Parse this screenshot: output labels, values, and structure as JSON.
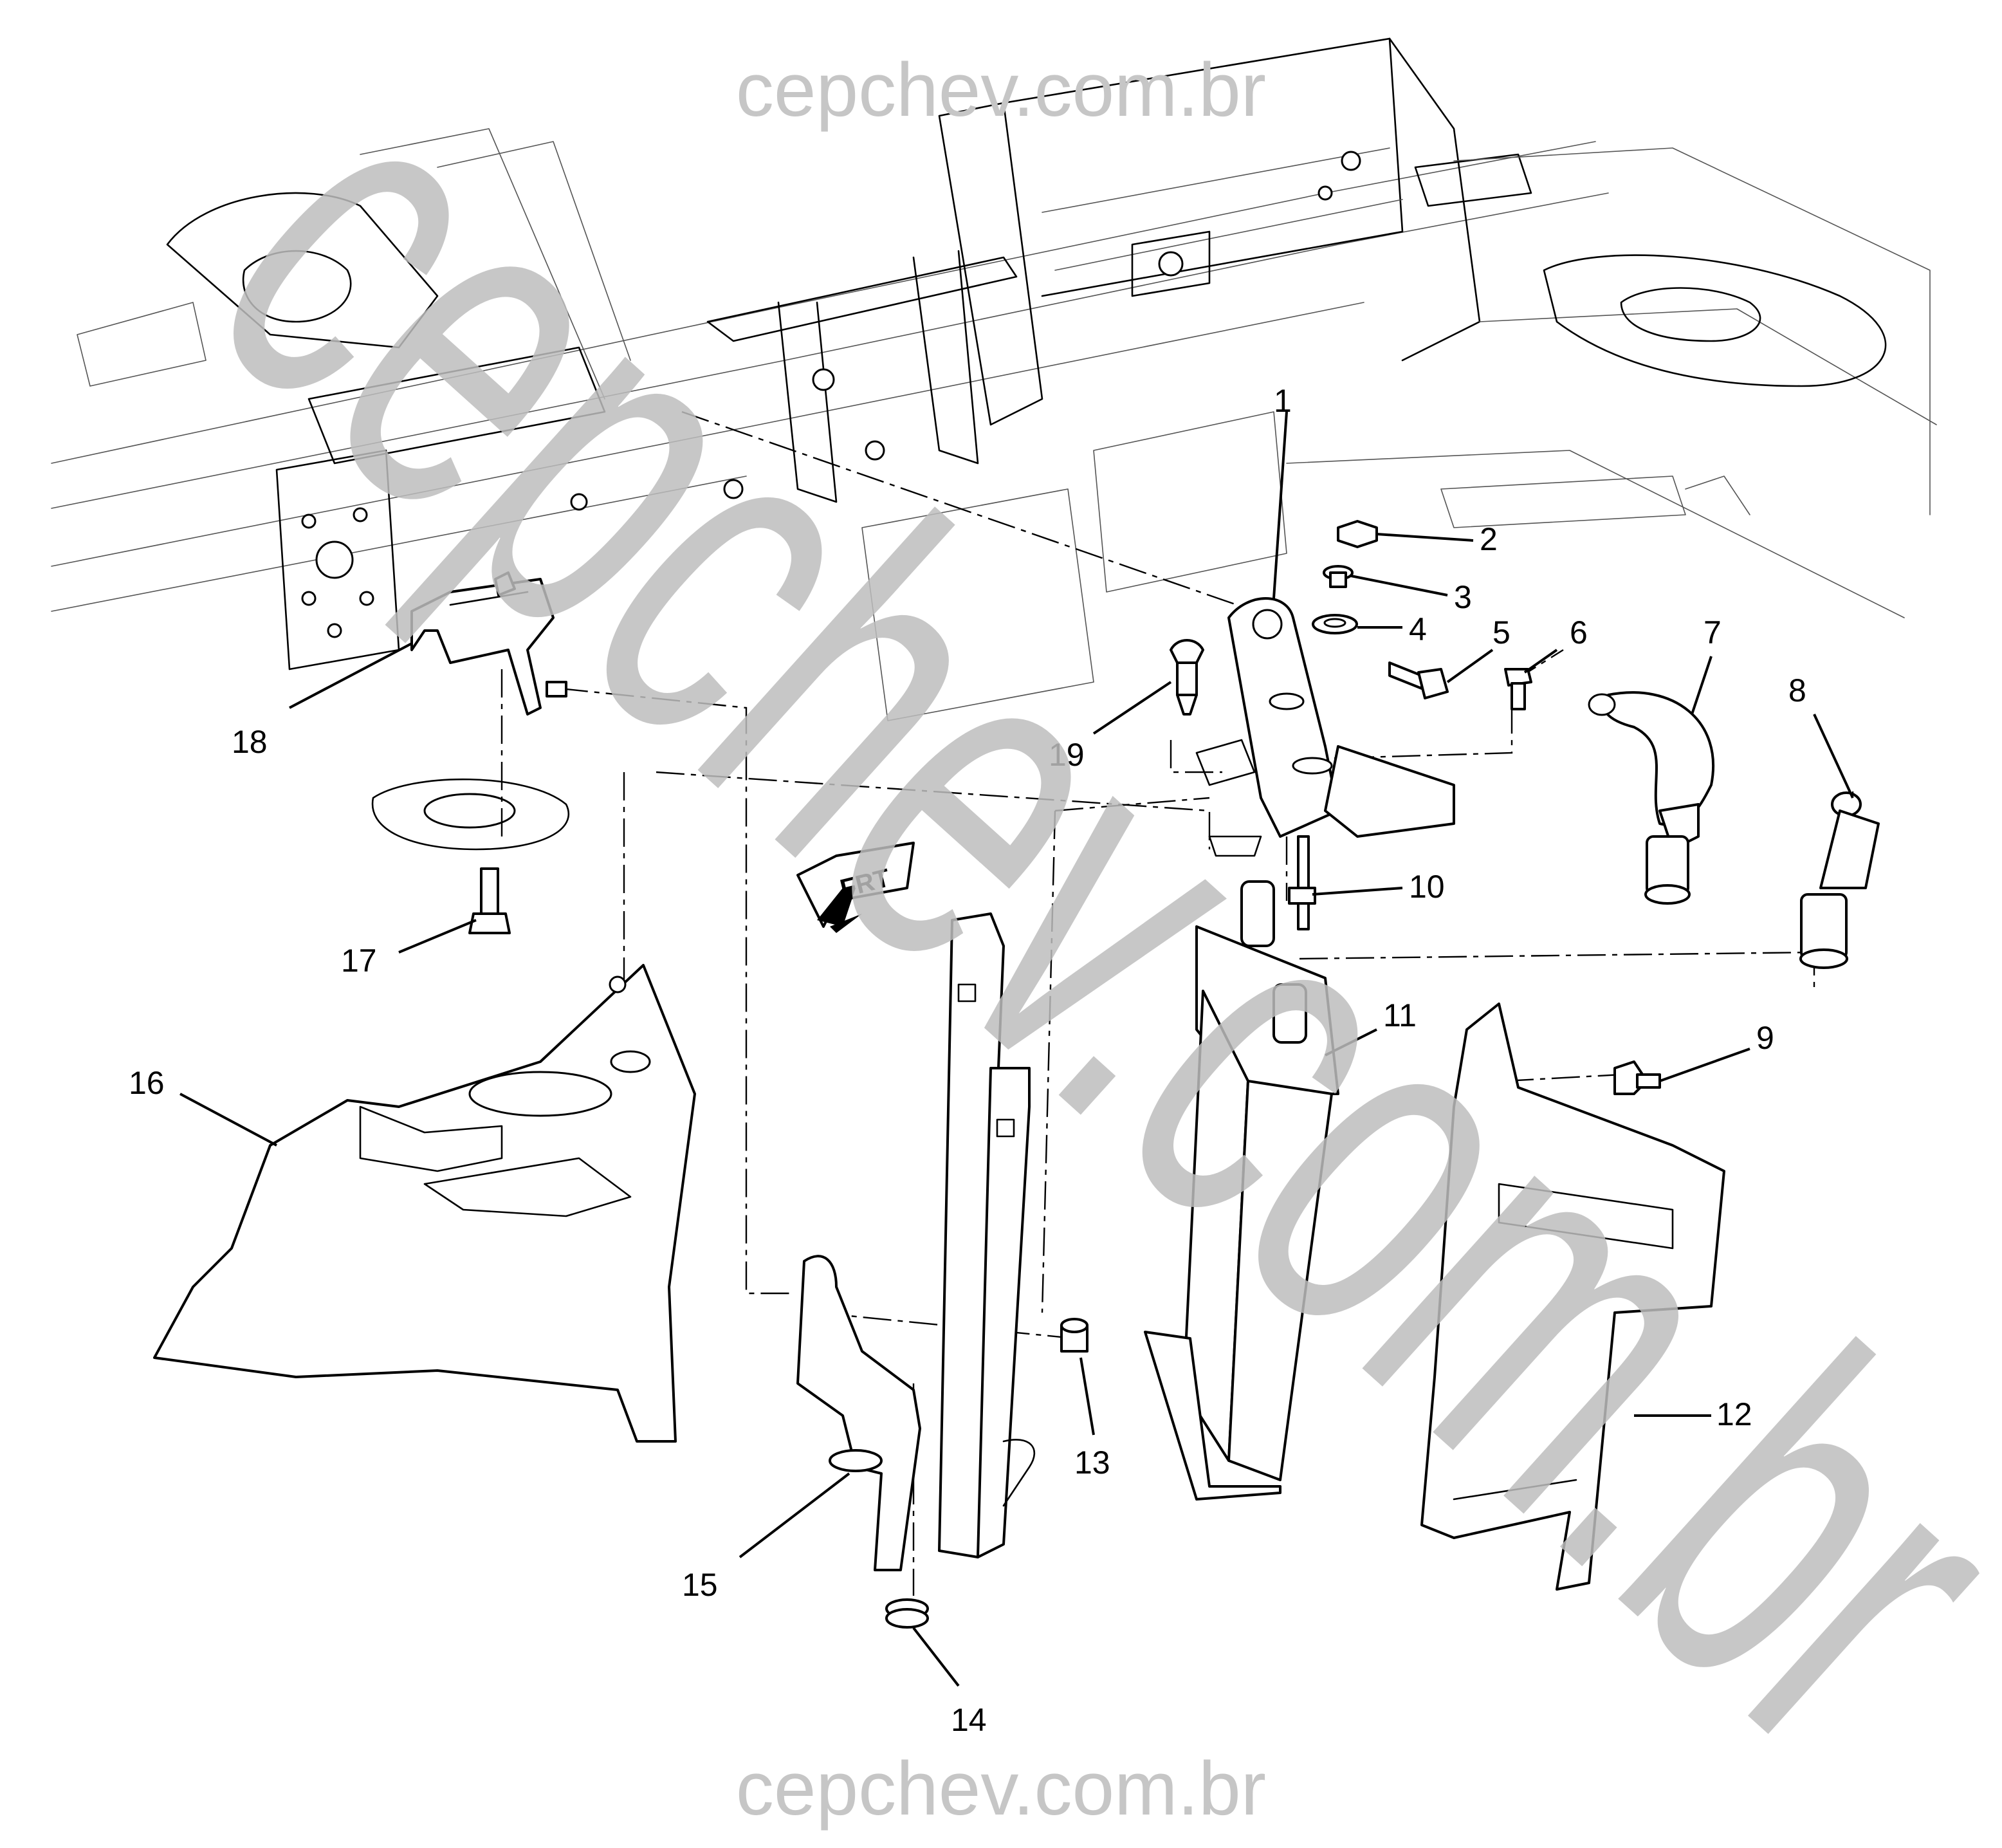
{
  "watermark": {
    "top": "cepchev.com.br",
    "bottom": "cepchev.com.br",
    "diagonal": "cepchev.com.br"
  },
  "direction_marker": {
    "label": "FRT"
  },
  "callouts": [
    "1",
    "2",
    "3",
    "4",
    "5",
    "6",
    "7",
    "8",
    "9",
    "10",
    "11",
    "12",
    "13",
    "14",
    "15",
    "16",
    "17",
    "18",
    "19"
  ],
  "colors": {
    "line": "#000000",
    "watermark": "#c6c6c6",
    "background": "#ffffff"
  }
}
